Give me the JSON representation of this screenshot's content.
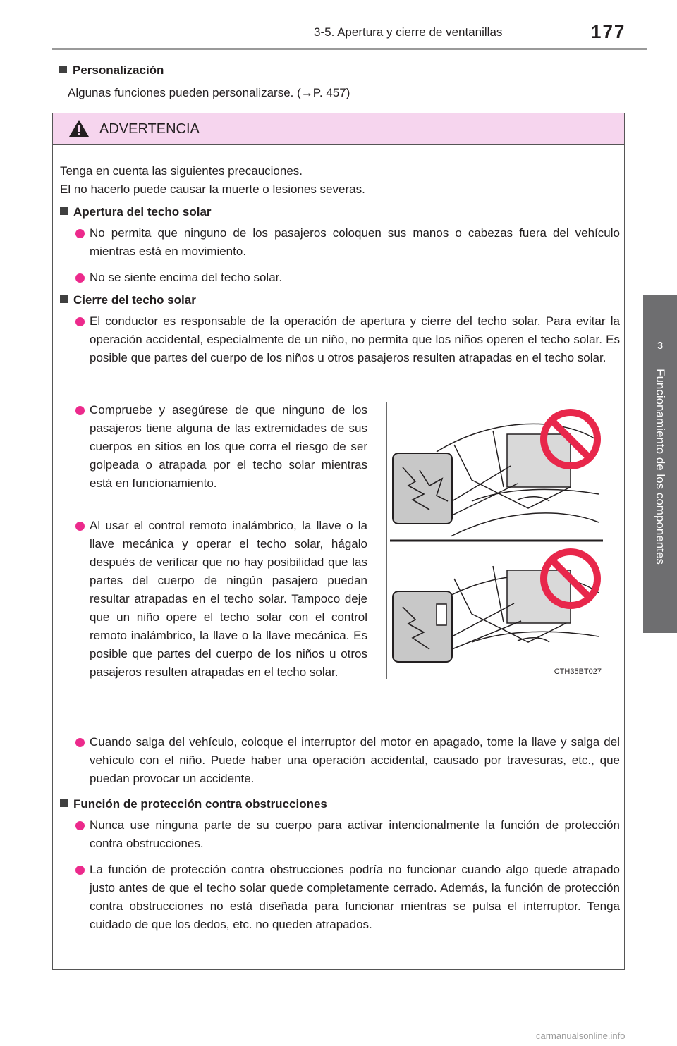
{
  "header": {
    "section": "3-5. Apertura y cierre de ventanillas",
    "page_number": "177"
  },
  "side_tab": {
    "number": "3",
    "label": "Funcionamiento de los componentes"
  },
  "personalization": {
    "title": "Personalización",
    "text": "Algunas funciones pueden personalizarse. (→P. 457)"
  },
  "warning": {
    "title": "ADVERTENCIA",
    "intro": [
      "Tenga en cuenta las siguientes precauciones.",
      "El no hacerlo puede causar la muerte o lesiones severas."
    ],
    "sections": [
      {
        "title": "Apertura del techo solar",
        "bullets": [
          "No permita que ninguno de los pasajeros coloquen sus manos o cabezas fuera del vehículo mientras está en movimiento.",
          "No se siente encima del techo solar."
        ]
      },
      {
        "title": "Cierre del techo solar",
        "bullets": [
          "El conductor es responsable de la operación de apertura y cierre del techo solar. Para evitar la operación accidental, especialmente de un niño, no permita que los niños operen el techo solar. Es posible que partes del cuerpo de los niños u otros pasajeros resulten atrapadas en el techo solar.",
          "Compruebe y asegúrese de que ninguno de los pasajeros tiene alguna de las extremidades de sus cuerpos en sitios en los que corra el riesgo de ser golpeada o atrapada por el techo solar mientras está en funcionamiento.",
          "Al usar el control remoto inalámbrico, la llave o la llave mecánica y operar el techo solar, hágalo después de verificar que no hay posibilidad que las partes del cuerpo de ningún pasajero puedan resultar atrapadas en el techo solar. Tampoco deje que un niño opere el techo solar con el control remoto inalámbrico, la llave o la llave mecánica. Es posible que partes del cuerpo de los niños u otros pasajeros resulten atrapadas en el techo solar.",
          "Cuando salga del vehículo, coloque el interruptor del motor en apagado, tome la llave y salga del vehículo con el niño. Puede haber una operación accidental, causado por travesuras, etc., que puedan provocar un accidente."
        ]
      },
      {
        "title": "Función de protección contra obstrucciones",
        "bullets": [
          "Nunca use ninguna parte de su cuerpo para activar intencionalmente la función de protección contra obstrucciones.",
          "La función de protección contra obstrucciones podría no funcionar cuando algo quede atrapado justo antes de que el techo solar quede completamente cerrado. Además, la función de protección contra obstrucciones no está diseñada para funcionar mientras se pulsa el interruptor. Tenga cuidado de que los dedos, etc. no queden atrapados."
        ]
      }
    ],
    "illustration_code": "CTH35BT027",
    "colors": {
      "header_bg": "#f6d5ee",
      "bullet": "#ec2a8c",
      "prohibition": "#e8274b"
    }
  },
  "watermark": "carmanualsonline.info"
}
